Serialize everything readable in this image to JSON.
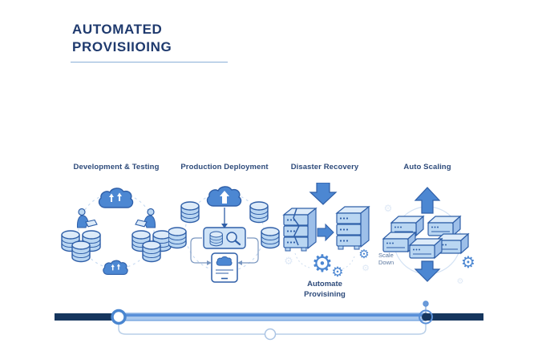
{
  "title": {
    "line1": "AUTOMATED",
    "line2": "PROVISIIOING"
  },
  "sections": [
    {
      "label": "Development & Testing"
    },
    {
      "label": "Production Deployment"
    },
    {
      "label": "Disaster Recovery",
      "caption": {
        "line1": "Automate",
        "line2": "Provisining"
      }
    },
    {
      "label": "Auto Scaling",
      "annotation": {
        "line1": "Scale",
        "line2": "Down"
      }
    }
  ],
  "colors": {
    "title_text": "#1f3a6e",
    "section_label": "#2d4a7a",
    "illustration_solid": "#4c87d2",
    "illustration_light_fill": "#b9d6f2",
    "illustration_outline": "#2f5fa8",
    "timeline_dark": "#16365e",
    "timeline_light": "#a8c7ed",
    "background": "#ffffff"
  }
}
